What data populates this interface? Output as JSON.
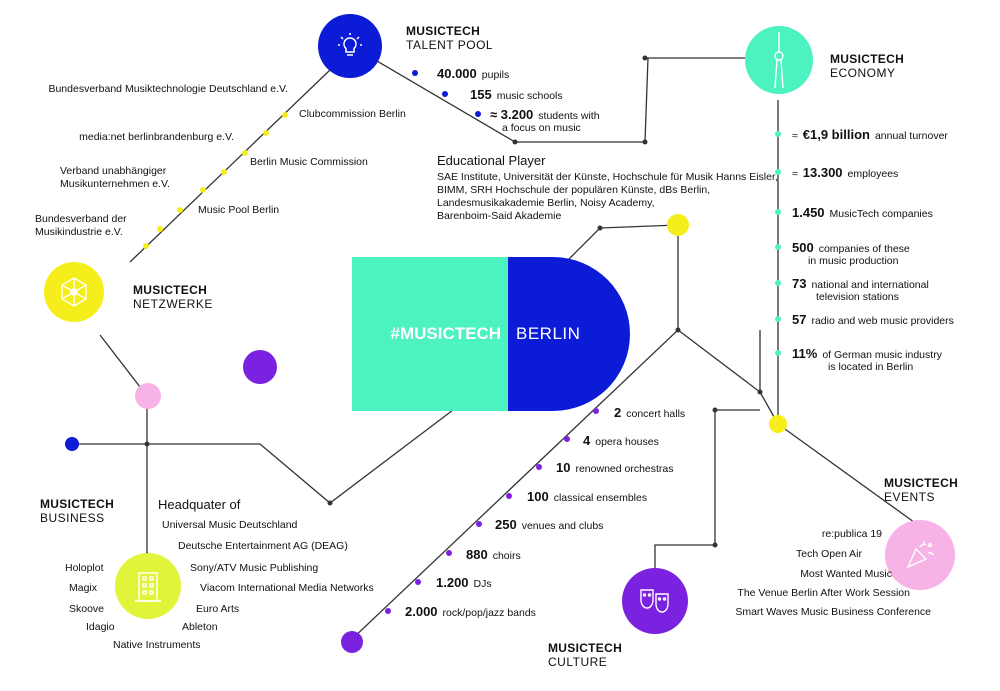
{
  "center": {
    "hashtag": "#MUSICTECH",
    "city": "BERLIN"
  },
  "colors": {
    "teal": "#4cf2c0",
    "blue": "#0b1bd6",
    "yellow": "#f5ee1b",
    "lime": "#e0f53a",
    "violet": "#7a22e0",
    "pink": "#f7b3e6",
    "line": "#333333"
  },
  "talent_pool": {
    "title": "MUSICTECH",
    "subtitle": "TALENT POOL",
    "stats": [
      {
        "num": "40.000",
        "label": "pupils"
      },
      {
        "num": "155",
        "label": "music schools"
      },
      {
        "num": "≈ 3.200",
        "label": "students with"
      }
    ],
    "stat3_line2": "a focus on music",
    "educational_title": "Educational Player",
    "educational_lines": [
      "SAE Institute, Universität der Künste, Hochschule für Musik Hanns Eisler,",
      "BIMM, SRH Hochschule der populären Künste, dBs Berlin,",
      "Landesmusikakademie Berlin, Noisy Academy,",
      "Barenboim-Said Akademie"
    ]
  },
  "economy": {
    "title": "MUSICTECH",
    "subtitle": "ECONOMY",
    "stats": [
      {
        "pre": "≈ ",
        "num": "€1,9 billion",
        "label": "annual turnover",
        "line2": ""
      },
      {
        "pre": "≈",
        "num": "13.300",
        "label": "employees",
        "line2": ""
      },
      {
        "pre": "",
        "num": "1.450",
        "label": "MusicTech companies",
        "line2": ""
      },
      {
        "pre": "",
        "num": "500",
        "label": "companies of these",
        "line2": "in music production"
      },
      {
        "pre": "",
        "num": "73",
        "label": "national and international",
        "line2": "television stations"
      },
      {
        "pre": "",
        "num": "57",
        "label": "radio and web music providers",
        "line2": ""
      },
      {
        "pre": "",
        "num": "11%",
        "label": "of German music industry",
        "line2": "is located in Berlin"
      }
    ]
  },
  "networks": {
    "title": "MUSICTECH",
    "subtitle": "NETZWERKE",
    "items": [
      "Bundesverband Musiktechnologie Deutschland e.V.",
      "Clubcommission Berlin",
      "media:net berlinbrandenburg e.V.",
      "Berlin Music Commission",
      "Verband unabhängiger",
      "Musikunternehmen e.V.",
      "Music Pool Berlin",
      "Bundesverband der",
      "Musikindustrie e.V."
    ]
  },
  "business": {
    "title": "MUSICTECH",
    "subtitle": "BUSINESS",
    "headquarter_title": "Headquater of",
    "right_items": [
      "Universal Music Deutschland",
      "Deutsche Entertainment AG (DEAG)",
      "Sony/ATV Music Publishing",
      "Viacom International Media Networks",
      "Euro Arts",
      "Ableton"
    ],
    "left_items": [
      "Holoplot",
      "Magix",
      "Skoove",
      "Idagio"
    ],
    "bottom_item": "Native Instruments"
  },
  "culture": {
    "title": "MUSICTECH",
    "subtitle": "CULTURE",
    "stats": [
      {
        "num": "2",
        "label": "concert halls"
      },
      {
        "num": "4",
        "label": "opera houses"
      },
      {
        "num": "10",
        "label": "renowned orchestras"
      },
      {
        "num": "100",
        "label": "classical ensembles"
      },
      {
        "num": "250",
        "label": "venues and clubs"
      },
      {
        "num": "880",
        "label": "choirs"
      },
      {
        "num": "1.200",
        "label": "DJs"
      },
      {
        "num": "2.000",
        "label": "rock/pop/jazz bands"
      }
    ]
  },
  "events": {
    "title": "MUSICTECH",
    "subtitle": "EVENTS",
    "items": [
      "re:publica 19",
      "Tech Open Air",
      "Most Wanted Music",
      "The Venue Berlin After Work Session",
      "Smart Waves Music Business Conference"
    ]
  }
}
